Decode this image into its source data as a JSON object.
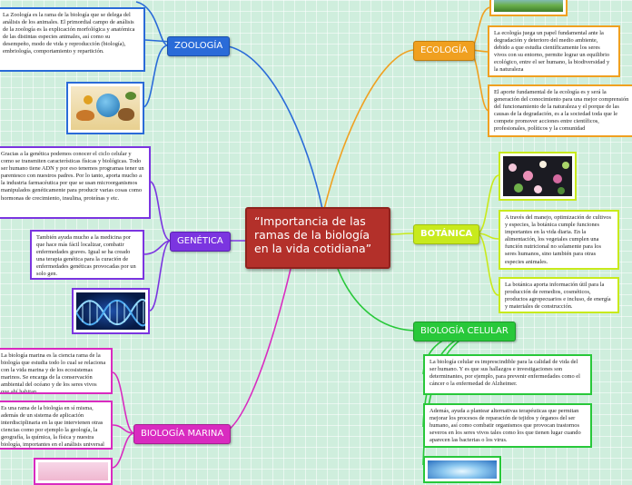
{
  "central": {
    "title": "“Importancia de las ramas de la biología en la vida cotidiana”"
  },
  "colors": {
    "zoologia": "#2a6bd8",
    "genetica": "#7b35e0",
    "marina": "#d92bc0",
    "ecologia": "#f0a020",
    "botanica": "#c8ea1c",
    "celular": "#28c83a",
    "central": "#b3302a"
  },
  "zoologia": {
    "label": "ZOOLOGÍA",
    "note": "La Zoología es la rama de la biología que se delega del análisis de los animales. El primordial campo de análisis de la zoología es la explicación morfológica y anatómica de las distintas especies animales, así como su desempeño, modo de vida y reproducción (biología), embriología, comportamiento y repartición.",
    "image": "animals-globe-image"
  },
  "genetica": {
    "label": "GENÉTICA",
    "note1": "Gracias a la genética podemos conocer el ciclo celular y como se transmiten características físicas y biológicas. Todo ser humano tiene ADN y por eso tenemos programas tener un parentesco con nuestros padres. Por lo tanto, aporta mucho a la industria farmacéutica por que se usan microorganismos manipulados genéticamente para producir varias cosas como hormonas de crecimiento, insulina, proteínas y etc.",
    "note2": "También ayuda mucho a la medicina por que hace más fácil localizar, combatir enfermedades graves. Igual se ha creado una terapia genética para la curación de enfermedades genéticas provocadas por un solo gen.",
    "image": "dna-helix-image"
  },
  "marina": {
    "label": "BIOLOGÍA MARINA",
    "note1": "La biología marina es la ciencia rama de la biología que estudia todo lo cual se relaciona con la vida marina y de los ecosistemas marinos. Se encarga de la conservación ambiental del océano y de los seres vivos que ahí habitan",
    "note2": "Es una rama de la biología en sí misma, además de un sistema de aplicación interdisciplinaria en la que intervienen otras ciencias como por ejemplo la geología, la geografía, la química, la física y nuestra biología, importantes en el análisis universal y correlacionado de los fenómenos que caracterizan el ambiente marino."
  },
  "ecologia": {
    "label": "ECOLOGÍA",
    "note1": "La ecología juega un papel fundamental ante la degradación y deterioro del medio ambiente, debido a que estudia científicamente los seres vivos con su entorno, permite lograr un equilibrio ecológico, entre el ser humano, la biodiversidad y la naturaleza",
    "note2": "El aporte fundamental de la ecología es y será la generación del conocimiento para una mejor comprensión del funcionamiento de la naturaleza y el porque de las causas de la degradación, es a la sociedad toda que le compete promover acciones entre científicos, profesionales, políticos y la comunidad",
    "image": "nature-landscape-image"
  },
  "botanica": {
    "label": "BOTÁNICA",
    "note1": "A través del manejo, optimización de cultivos y especies, la botánica cumple funciones importantes en la vida diaria. En la alimentación, los vegetales cumplen una función nutricional no solamente para los seres humanos, sino también para otras especies animales.",
    "note2": "La botánica aporta información útil para la producción de remedios, cosméticos, productos agropecuarios e incluso, de energía y materiales de construcción.",
    "image": "flowers-image"
  },
  "celular": {
    "label": "BIOLOGÍA CELULAR",
    "note1": "La biología celular es imprescindible para la calidad de vida del ser humano. Y es que sus hallazgos e investigaciones son determinantes, por ejemplo, para prevenir enfermedades como el cáncer o la enfermedad de Alzheimer.",
    "note2": "Además, ayuda a plantear alternativas terapéuticas que permitan mejorar los procesos de reparación de tejidos y órganos del ser humano, así como combatir organismos que provocan trastornos severos en los seres vivos tales como los que tienen lugar cuando aparecen las bacterias o los virus.",
    "image": "cell-image"
  }
}
